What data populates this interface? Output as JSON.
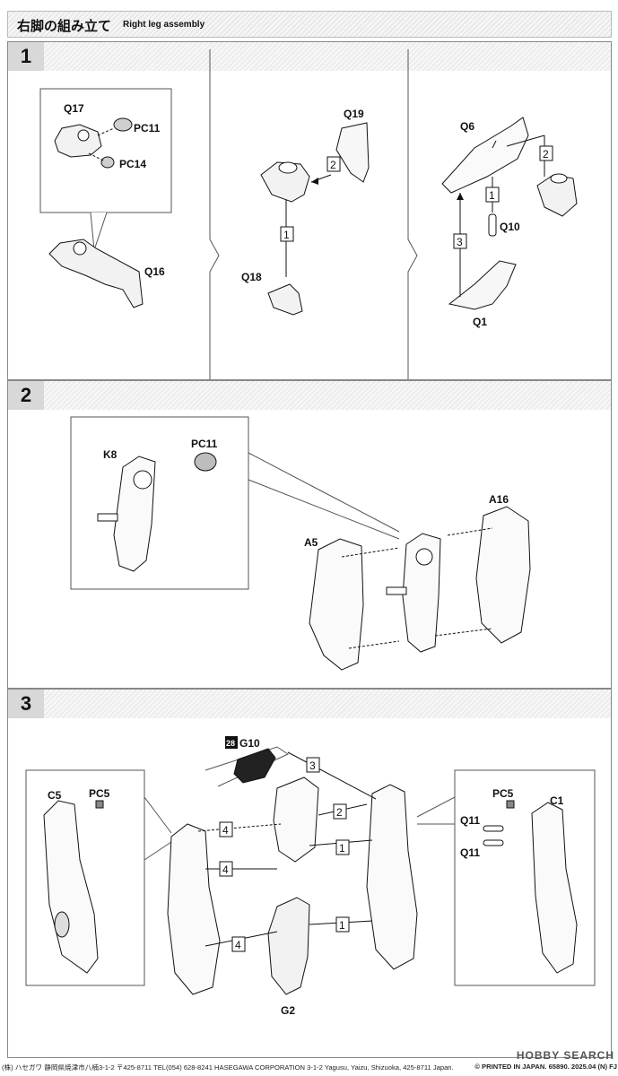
{
  "header": {
    "title_jp": "右脚の組み立て",
    "title_en": "Right leg assembly"
  },
  "steps": [
    {
      "number": "1",
      "parts": [
        "Q17",
        "PC11",
        "PC14",
        "Q16",
        "Q19",
        "Q18",
        "Q6",
        "Q10",
        "Q1"
      ],
      "order": [
        "1",
        "2",
        "1",
        "2",
        "3"
      ]
    },
    {
      "number": "2",
      "parts": [
        "K8",
        "PC11",
        "A5",
        "A16"
      ]
    },
    {
      "number": "3",
      "parts": [
        "G10",
        "C5",
        "PC5",
        "PC5",
        "C1",
        "Q11",
        "Q11",
        "G2"
      ],
      "badge": "28",
      "order": [
        "3",
        "4",
        "2",
        "1",
        "4",
        "4",
        "1"
      ]
    }
  ],
  "footer": {
    "left": "(株) ハセガワ 静岡県焼津市八楠3-1-2 〒425-8711 TEL(054) 628-8241 HASEGAWA CORPORATION 3-1-2 Yagusu, Yaizu, Shizuoka, 425-8711 Japan.",
    "right": "© PRINTED IN JAPAN. 65890. 2025.04 (N) FJ"
  },
  "watermark": "HOBBY SEARCH"
}
